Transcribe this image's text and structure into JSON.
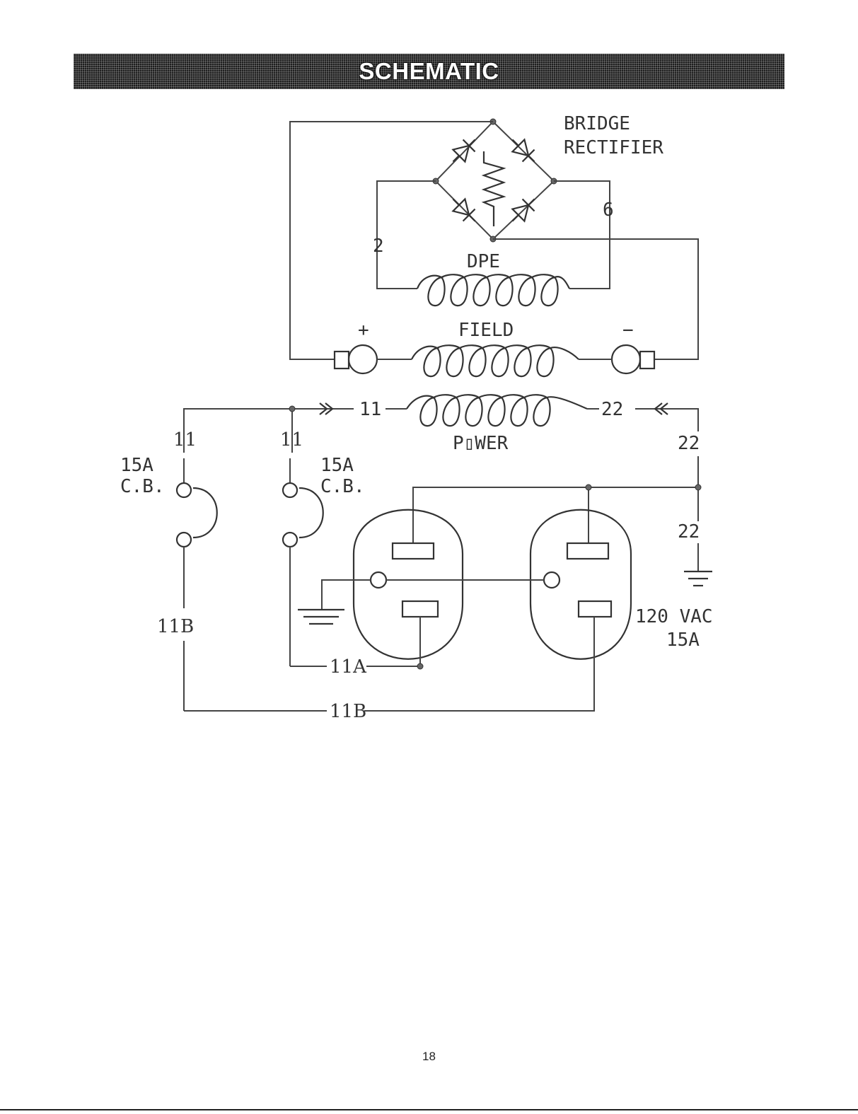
{
  "header": {
    "title": "SCHEMATIC"
  },
  "labels": {
    "bridge_rectifier": [
      "BRIDGE",
      "RECTIFIER"
    ],
    "wire_2": "2",
    "wire_6": "6",
    "dpe": "DPE",
    "plus": "+",
    "field": "FIELD",
    "minus": "−",
    "wire_11_top": "11",
    "wire_22_top": "22",
    "power": "P▯WER",
    "wire_11_left": "11",
    "wire_11_mid": "11",
    "wire_22_right": "22",
    "breaker_left": [
      "15A",
      "C.B."
    ],
    "breaker_mid": [
      "15A",
      "C.B."
    ],
    "wire_22_lower": "22",
    "wire_11b_left": "11B",
    "wire_11a": "11A",
    "wire_11b_bottom": "11B",
    "receptacle_rating": [
      "120 VAC",
      "15A"
    ]
  },
  "footer": {
    "page_number": "18"
  }
}
